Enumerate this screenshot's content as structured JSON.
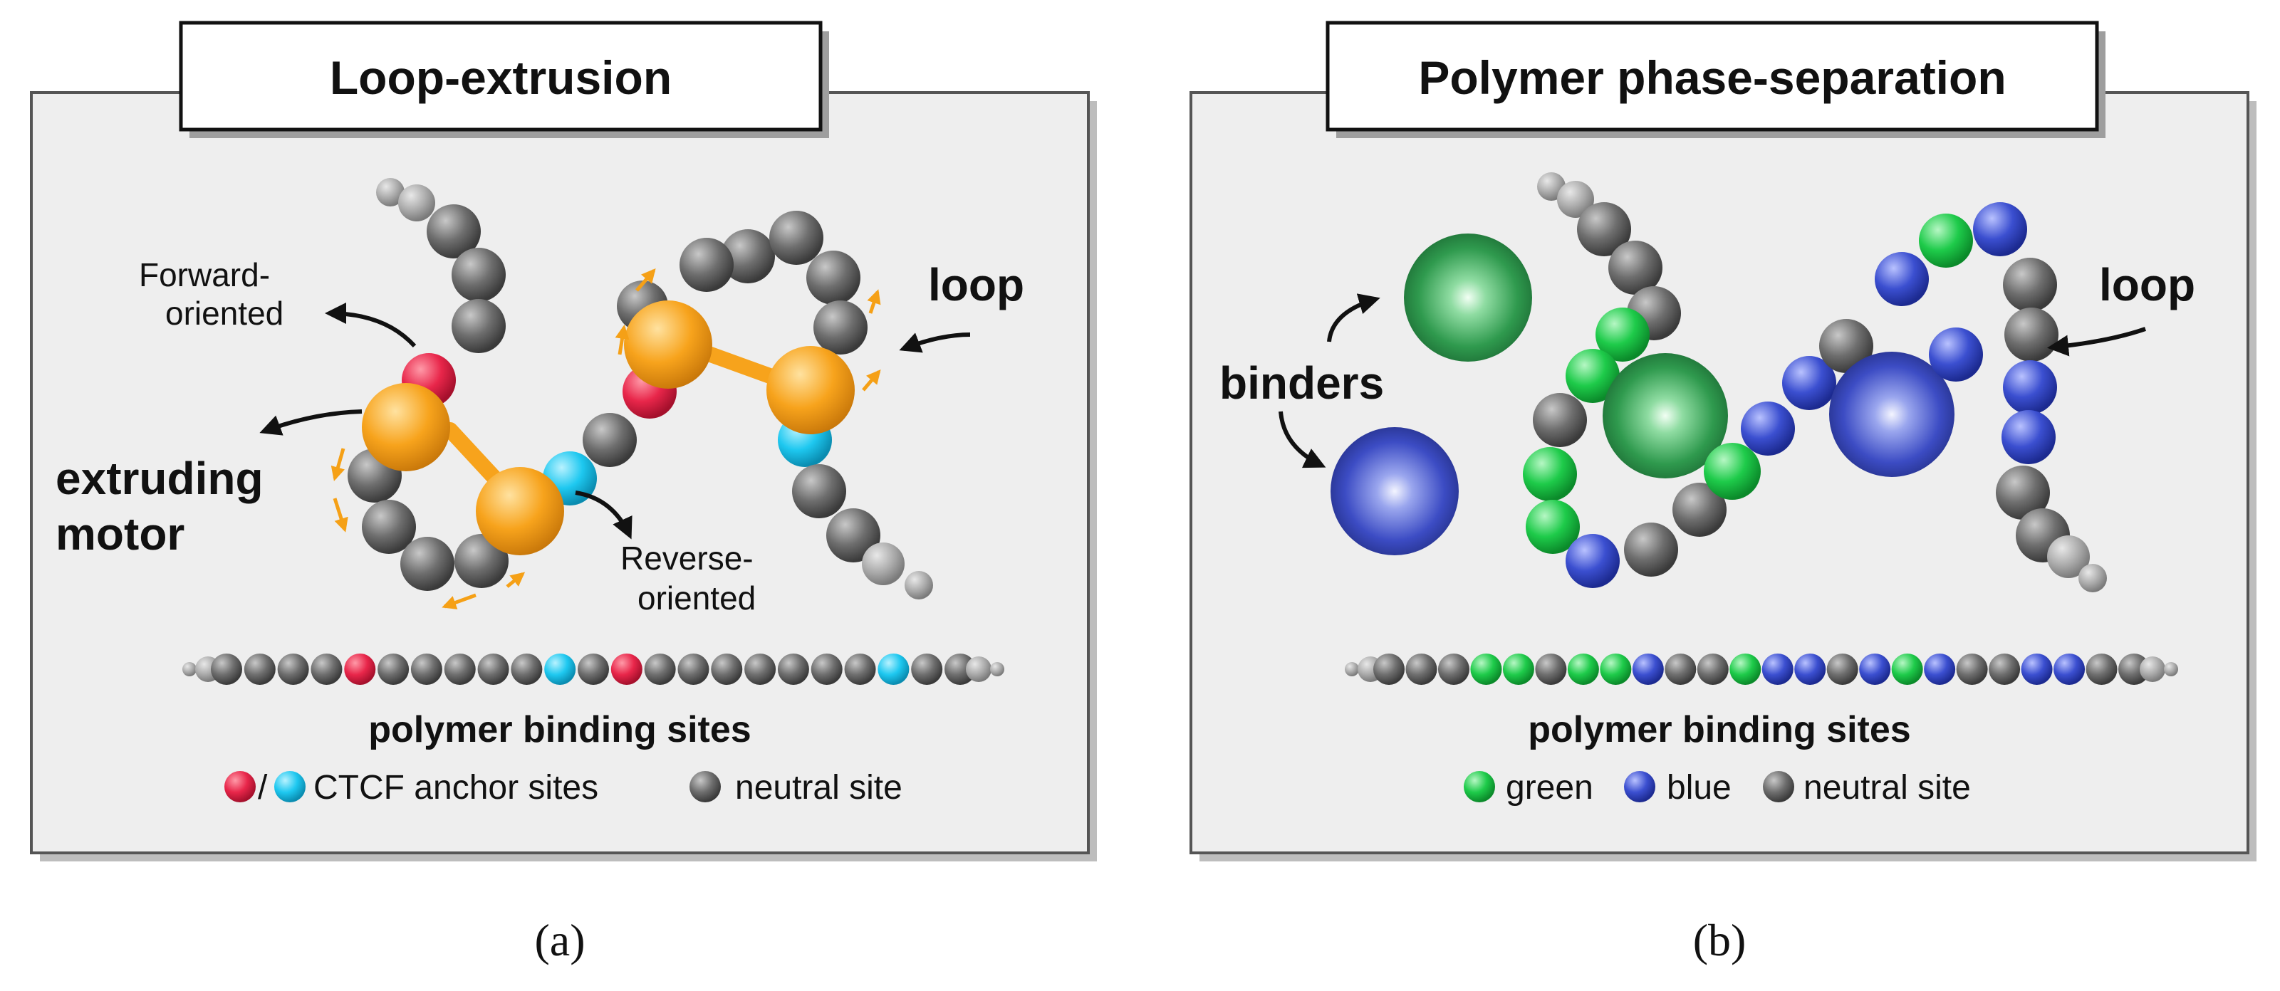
{
  "panel_a": {
    "title": "Loop-extrusion",
    "label_forward": [
      "Forward-",
      "oriented"
    ],
    "label_loop": "loop",
    "label_motor": [
      "extruding",
      "motor"
    ],
    "label_reverse": [
      "Reverse-",
      "oriented"
    ],
    "sites_title": "polymer binding sites",
    "legend_slash": "/",
    "legend_ctcf": "CTCF anchor sites",
    "legend_neutral": "neutral site",
    "caption": "(a)"
  },
  "panel_b": {
    "title": "Polymer phase-separation",
    "label_binders": "binders",
    "label_loop": "loop",
    "sites_title": "polymer binding sites",
    "legend_green": "green",
    "legend_blue": "blue",
    "legend_neutral": "neutral site",
    "caption": "(b)"
  },
  "colors": {
    "gray": "#6e6e6e",
    "red": "#e8264a",
    "cyan": "#1ec8f0",
    "orange": "#f7a31c",
    "green": "#1ecb4a",
    "blue": "#3b4fd0"
  },
  "strip_a": [
    "n",
    "n",
    "n",
    "n",
    "r",
    "n",
    "n",
    "n",
    "n",
    "n",
    "c",
    "n",
    "r",
    "n",
    "n",
    "n",
    "n",
    "n",
    "n",
    "n",
    "c",
    "n",
    "n"
  ],
  "strip_b": [
    "n",
    "n",
    "n",
    "g",
    "g",
    "n",
    "g",
    "g",
    "b",
    "n",
    "n",
    "g",
    "b",
    "b",
    "n",
    "b",
    "g",
    "b",
    "n",
    "n",
    "b",
    "b",
    "n",
    "n"
  ]
}
